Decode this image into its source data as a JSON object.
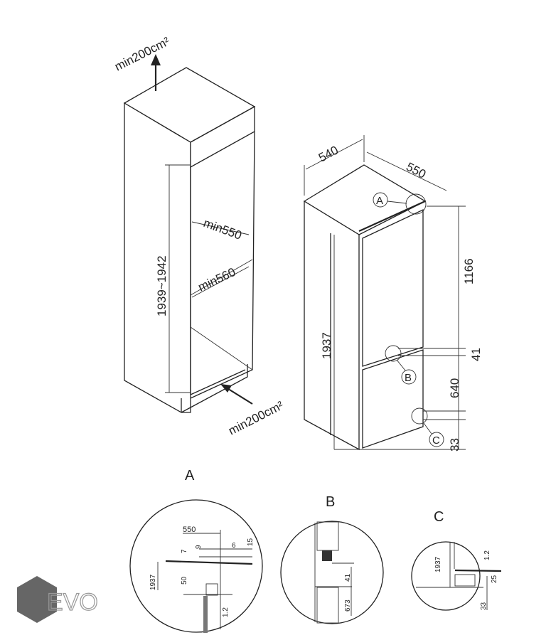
{
  "cabinet": {
    "vent_top": "min200cm²",
    "vent_bottom": "min200cm²",
    "height": "1939~1942",
    "depth": "min550",
    "width": "min560"
  },
  "appliance": {
    "width": "540",
    "depth": "550",
    "upper_height": "1166",
    "total_height": "1937",
    "gap": "41",
    "lower_height": "640",
    "base": "33",
    "markers": [
      "A",
      "B",
      "C"
    ]
  },
  "detail_a": {
    "title": "A",
    "dims": [
      "550",
      "7",
      "9",
      "6",
      "15",
      "1937",
      "50",
      "1.2"
    ]
  },
  "detail_b": {
    "title": "B",
    "dims": [
      "41",
      "673"
    ]
  },
  "detail_c": {
    "title": "C",
    "dims": [
      "1937",
      "1.2",
      "25",
      "33"
    ]
  },
  "logo": {
    "text": "EVO",
    "color": "#666666"
  }
}
